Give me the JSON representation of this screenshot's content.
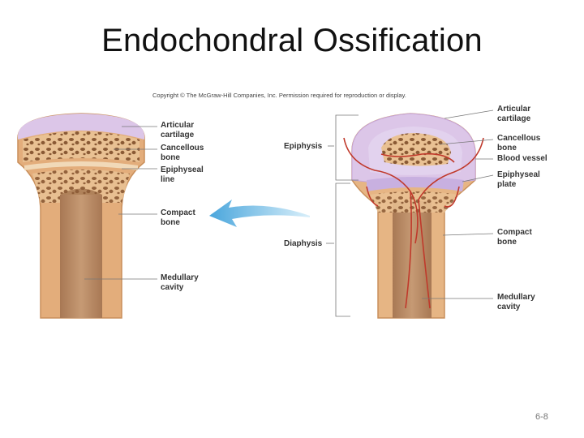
{
  "slide": {
    "title": "Endochondral Ossification",
    "copyright": "Copyright © The McGraw-Hill Companies, Inc. Permission required for reproduction or display.",
    "page_number": "6-8"
  },
  "figure": {
    "left_labels": {
      "articular_cartilage": [
        "Articular",
        "cartilage"
      ],
      "cancellous_bone": [
        "Cancellous",
        "bone"
      ],
      "epiphyseal_line": [
        "Epiphyseal",
        "line"
      ],
      "compact_bone": [
        "Compact",
        "bone"
      ],
      "medullary_cavity": [
        "Medullary",
        "cavity"
      ]
    },
    "middle_labels": {
      "epiphysis": "Epiphysis",
      "diaphysis": "Diaphysis"
    },
    "right_labels": {
      "articular_cartilage": [
        "Articular",
        "cartilage"
      ],
      "cancellous_bone": [
        "Cancellous",
        "bone"
      ],
      "blood_vessel": "Blood vessel",
      "epiphyseal_plate": [
        "Epiphyseal",
        "plate"
      ],
      "compact_bone": [
        "Compact",
        "bone"
      ],
      "medullary_cavity": [
        "Medullary",
        "cavity"
      ]
    },
    "colors": {
      "bone": "#e7b786",
      "bone_dark": "#c98f5b",
      "cartilage": "#d9c4e6",
      "cavity": "#b98a62",
      "vessel": "#c0392b",
      "arrow": "#6bb8e6"
    }
  }
}
